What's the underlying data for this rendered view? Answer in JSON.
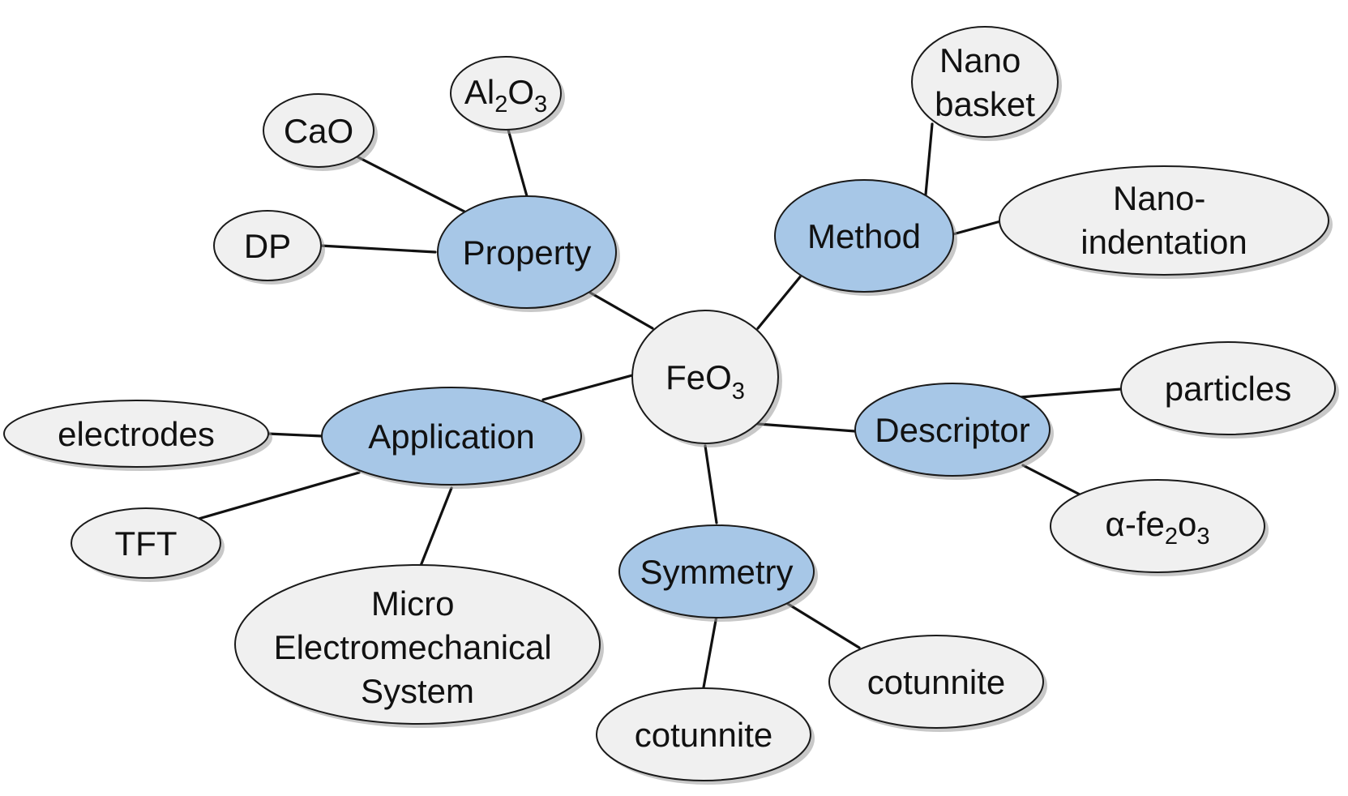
{
  "colors": {
    "category_fill": "#a7c7e7",
    "leaf_fill": "#f0f0f0",
    "root_fill": "#f0f0f0",
    "stroke": "#1a1a1a"
  },
  "root": {
    "main": "FeO",
    "sub": "3"
  },
  "categories": {
    "property": "Property",
    "method": "Method",
    "application": "Application",
    "descriptor": "Descriptor",
    "symmetry": "Symmetry"
  },
  "leaves": {
    "cao": "CaO",
    "al2o3": {
      "p1": "Al",
      "s1": "2",
      "p2": "O",
      "s2": "3"
    },
    "dp": "DP",
    "nano_basket": [
      "Nano",
      "basket"
    ],
    "nano_indentation": [
      "Nano-",
      "indentation"
    ],
    "particles": "particles",
    "alpha_fe2o3": {
      "p1": "α-fe",
      "s1": "2",
      "p2": "o",
      "s2": "3"
    },
    "cotunnite_right": "cotunnite",
    "cotunnite_bottom": "cotunnite",
    "electrodes": "electrodes",
    "tft": "TFT",
    "mems": [
      "Micro",
      "Electromechanical",
      "System"
    ]
  }
}
